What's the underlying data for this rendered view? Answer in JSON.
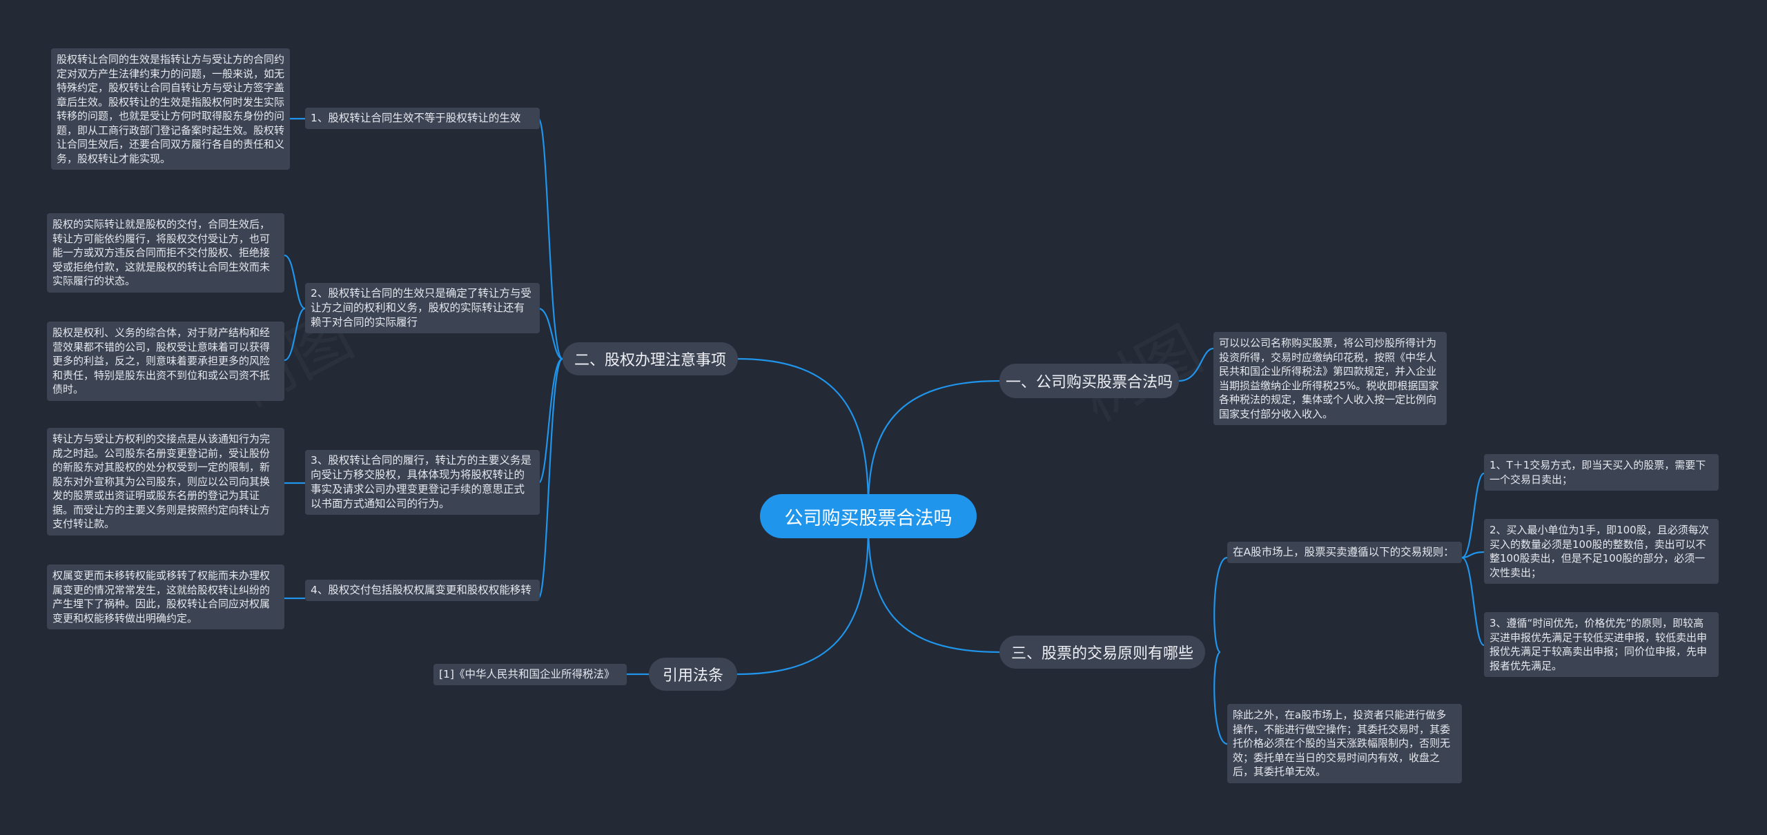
{
  "root": {
    "label": "公司购买股票合法吗"
  },
  "branches": {
    "b1": {
      "label": "一、公司购买股票合法吗"
    },
    "b2": {
      "label": "二、股权办理注意事项"
    },
    "b3": {
      "label": "三、股票的交易原则有哪些"
    },
    "b4": {
      "label": "引用法条"
    }
  },
  "b1_children": {
    "note": "可以以公司名称购买股票，将公司炒股所得计为投资所得，交易时应缴纳印花税，按照《中华人民共和国企业所得税法》第四款规定，并入企业当期损益缴纳企业所得税25%。税收即根据国家各种税法的规定，集体或个人收入按一定比例向国家支付部分收入收入。"
  },
  "b2_children": {
    "t1": {
      "label": "1、股权转让合同生效不等于股权转让的生效"
    },
    "t1_leaf": "股权转让合同的生效是指转让方与受让方的合同约定对双方产生法律约束力的问题，一般来说，如无特殊约定，股权转让合同自转让方与受让方签字盖章后生效。股权转让的生效是指股权何时发生实际转移的问题，也就是受让方何时取得股东身份的问题，即从工商行政部门登记备案时起生效。股权转让合同生效后，还要合同双方履行各自的责任和义务，股权转让才能实现。",
    "t2": {
      "label": "2、股权转让合同的生效只是确定了转让方与受让方之间的权利和义务，股权的实际转让还有赖于对合同的实际履行"
    },
    "t2_leaf_a": "股权的实际转让就是股权的交付，合同生效后，转让方可能依约履行，将股权交付受让方，也可能一方或双方违反合同而拒不交付股权、拒绝接受或拒绝付款，这就是股权的转让合同生效而未实际履行的状态。",
    "t2_leaf_b": "股权是权利、义务的综合体，对于财产结构和经营效果都不错的公司，股权受让意味着可以获得更多的利益，反之，则意味着要承担更多的风险和责任，特别是股东出资不到位和或公司资不抵债时。",
    "t3": {
      "label": "3、股权转让合同的履行，转让方的主要义务是向受让方移交股权，具体体现为将股权转让的事实及请求公司办理变更登记手续的意思正式以书面方式通知公司的行为。"
    },
    "t3_leaf": "转让方与受让方权利的交接点是从该通知行为完成之时起。公司股东名册变更登记前，受让股份的新股东对其股权的处分权受到一定的限制，新股东对外宣称其为公司股东，则应以公司向其换发的股票或出资证明或股东名册的登记为其证据。而受让方的主要义务则是按照约定向转让方支付转让款。",
    "t4": {
      "label": "4、股权交付包括股权权属变更和股权权能移转"
    },
    "t4_leaf": "权属变更而未移转权能或移转了权能而未办理权属变更的情况常常发生，这就给股权转让纠纷的产生埋下了祸种。因此，股权转让合同应对权属变更和权能移转做出明确约定。"
  },
  "b3_children": {
    "t1": {
      "label": "在A股市场上，股票买卖遵循以下的交易规则："
    },
    "t1_leaf_a": "1、T＋1交易方式，即当天买入的股票，需要下一个交易日卖出；",
    "t1_leaf_b": "2、买入最小单位为1手，即100股，且必须每次买入的数量必须是100股的整数倍，卖出可以不整100股卖出，但是不足100股的部分，必须一次性卖出；",
    "t1_leaf_c": "3、遵循“时间优先，价格优先”的原则，即较高买进申报优先满足于较低买进申报，较低卖出申报优先满足于较高卖出申报；同价位申报，先申报者优先满足。",
    "t2": "除此之外，在a股市场上，投资者只能进行做多操作，不能进行做空操作；其委托交易时，其委托价格必须在个股的当天涨跌幅限制内，否则无效；委托单在当日的交易时间内有效，收盘之后，其委托单无效。"
  },
  "b4_children": {
    "law": "[1]《中华人民共和国企业所得税法》"
  },
  "colors": {
    "root": "#1f95ec",
    "link": "#1f95ec",
    "node": "#3c4352",
    "bg": "#242936"
  }
}
